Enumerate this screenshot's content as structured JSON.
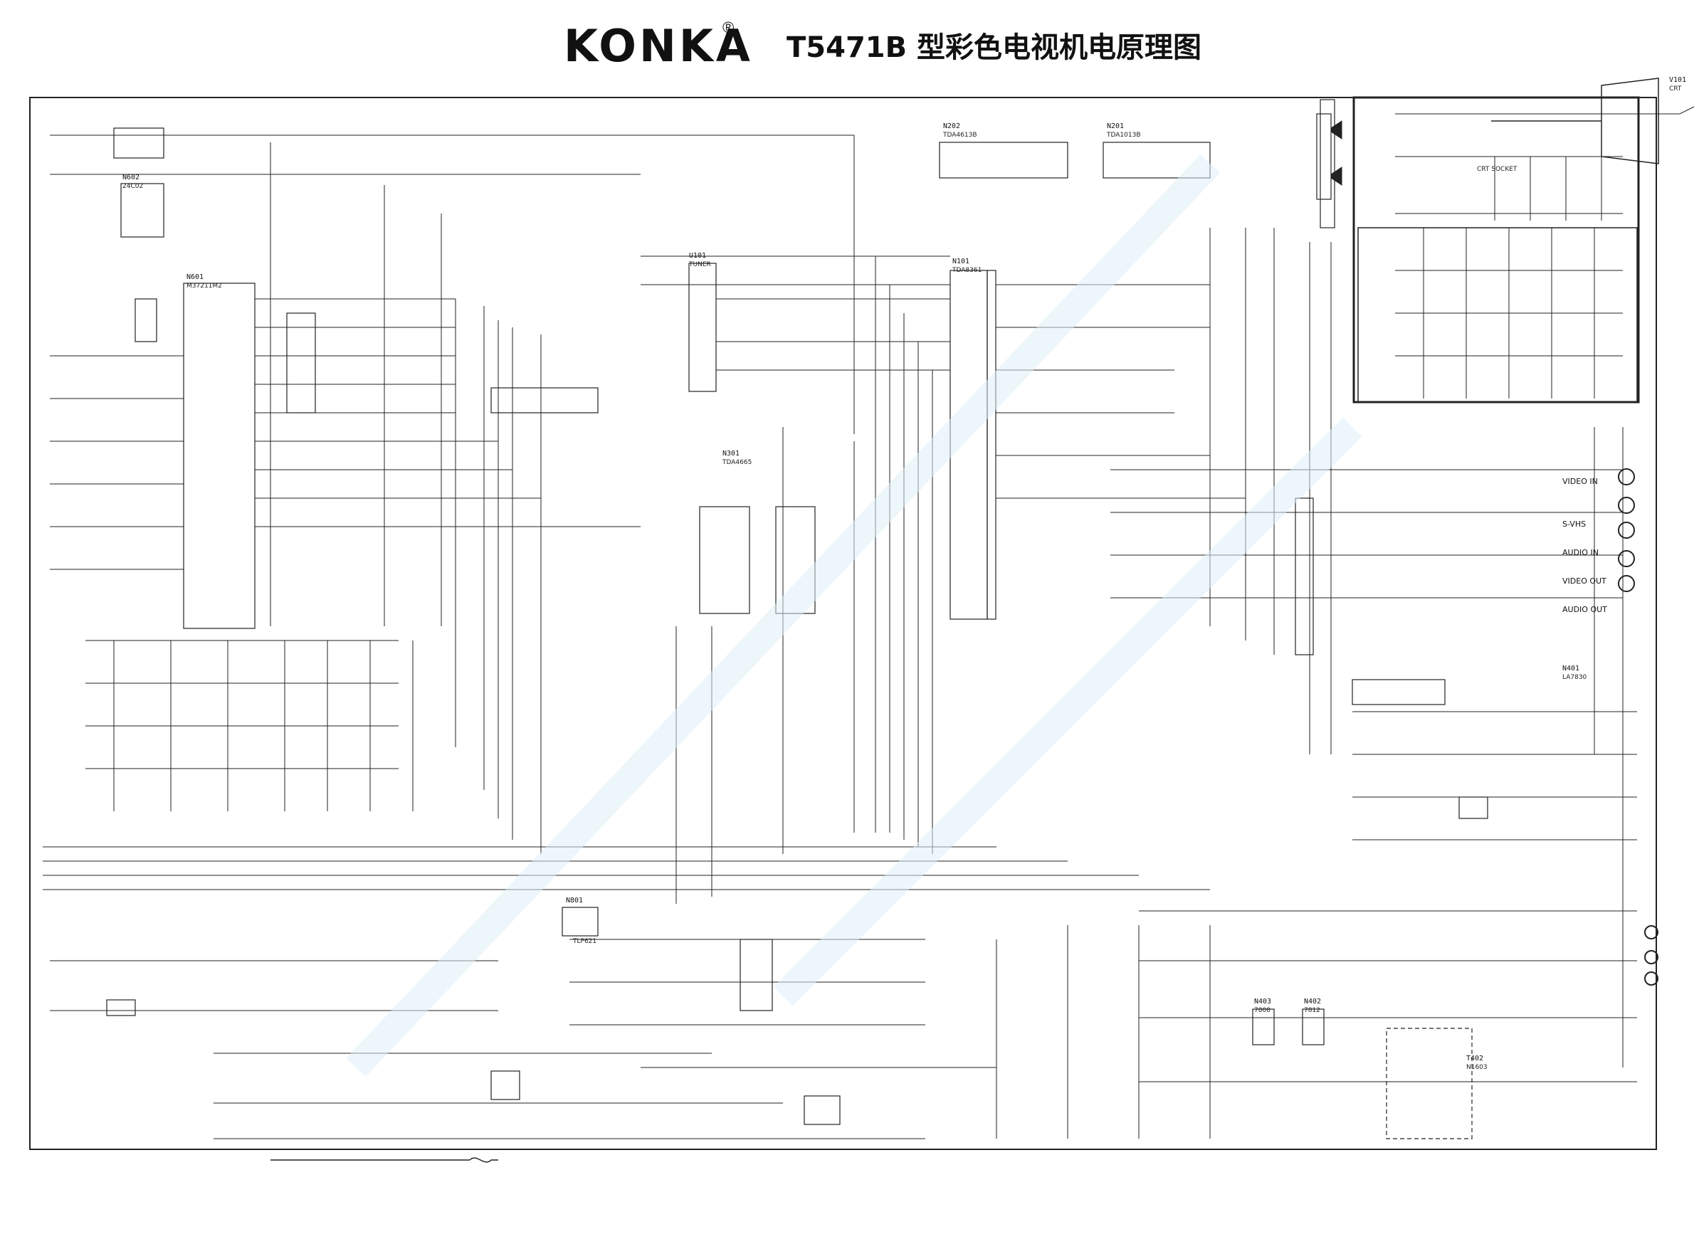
{
  "header": {
    "brand": "KONKA",
    "registered": "®",
    "title": "T5471B 型彩色电视机电原理图"
  },
  "components": {
    "mcu": "N601",
    "mcu_part": "M37211M2",
    "eeprom": "N602",
    "eeprom_part": "24C02",
    "tuner": "U101",
    "tuner_part": "TUNER",
    "main_ic": "N101",
    "main_ic_part": "TDA8361",
    "audio_ic": "N201",
    "audio_ic_part": "TDA1013B",
    "av_switch": "N301",
    "av_switch_part": "TDA4665",
    "crt_socket": "CRT SOCKET",
    "vertical_ic": "N401",
    "vertical_ic_part": "LA7830",
    "power_reg": "N403",
    "power_reg_part": "7808",
    "reg2": "N402",
    "reg2_part": "7812",
    "audio_preamp": "N202",
    "audio_preamp_part": "TDA4613B",
    "fbt": "T402",
    "fbt_part": "N1603",
    "video_in": "VIDEO IN",
    "svhs": "S-VHS",
    "audio_in": "AUDIO IN",
    "video_out": "VIDEO OUT",
    "audio_out": "AUDIO OUT",
    "opto": "N801",
    "opto_part": "TLP621",
    "crt": "V101",
    "crt_part": "CRT"
  }
}
